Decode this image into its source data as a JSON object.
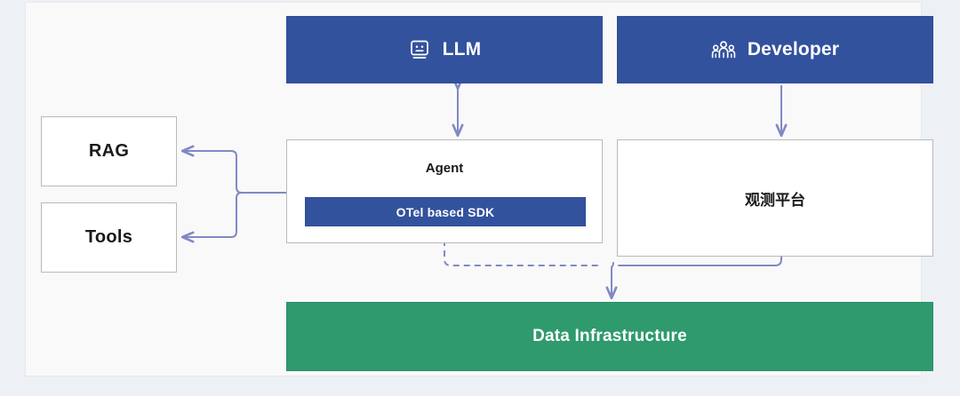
{
  "diagram": {
    "title": "LLM Agent Observability Architecture",
    "background_color": "#edf1f5",
    "card_color": "#f9f9fa",
    "colors": {
      "blue": "#33529e",
      "green": "#2f9a6e",
      "white_box_border": "#b9b9b9",
      "connector": "#8189c4",
      "text_dark": "#1a1a1a",
      "text_light": "#ffffff"
    },
    "nodes": {
      "llm": {
        "label": "LLM",
        "icon": "monitor-face-icon",
        "style": "blue"
      },
      "developer": {
        "label": "Developer",
        "icon": "people-group-icon",
        "style": "blue"
      },
      "agent": {
        "label": "Agent",
        "style": "white"
      },
      "sdk": {
        "label": "OTel based SDK",
        "style": "blue"
      },
      "platform": {
        "label": "观测平台",
        "style": "white"
      },
      "rag": {
        "label": "RAG",
        "style": "white"
      },
      "tools": {
        "label": "Tools",
        "style": "white"
      },
      "data_infrastructure": {
        "label": "Data Infrastructure",
        "style": "green"
      }
    },
    "connectors": [
      {
        "name": "llm-agent",
        "from": "llm",
        "to": "agent",
        "line": "solid",
        "arrows": "both"
      },
      {
        "name": "developer-platform",
        "from": "developer",
        "to": "platform",
        "line": "solid",
        "arrows": "end"
      },
      {
        "name": "agent-rag",
        "from": "agent",
        "to": "rag",
        "line": "solid",
        "arrows": "end"
      },
      {
        "name": "agent-tools",
        "from": "agent",
        "to": "tools",
        "line": "solid",
        "arrows": "end"
      },
      {
        "name": "sdk-data-infrastructure",
        "from": "sdk",
        "to": "data_infrastructure",
        "line": "dashed",
        "arrows": "end"
      },
      {
        "name": "platform-data-infrastructure",
        "from": "platform",
        "to": "data_infrastructure",
        "line": "solid",
        "arrows": "end"
      }
    ]
  }
}
